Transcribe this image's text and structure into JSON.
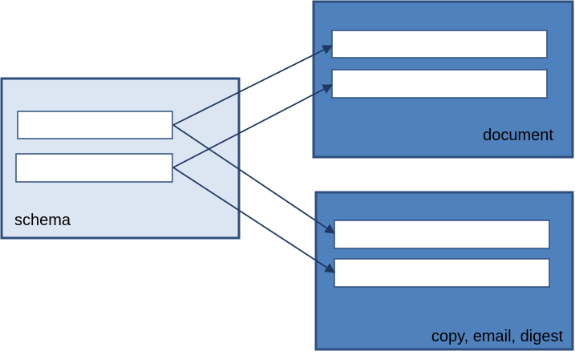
{
  "boxes": {
    "schema": {
      "label": "schema",
      "fill": "#dce6f2",
      "stroke": "#2e4e7e"
    },
    "document": {
      "label": "document",
      "fill": "#4f81bd",
      "stroke": "#2e4e7e"
    },
    "secondary": {
      "label": "copy, email, digest",
      "fill": "#4f81bd",
      "stroke": "#2e4e7e"
    }
  },
  "colors": {
    "field_fill": "#ffffff",
    "field_stroke": "#2e4e7e",
    "arrow": "#1f3864",
    "label_text": "#000000"
  }
}
